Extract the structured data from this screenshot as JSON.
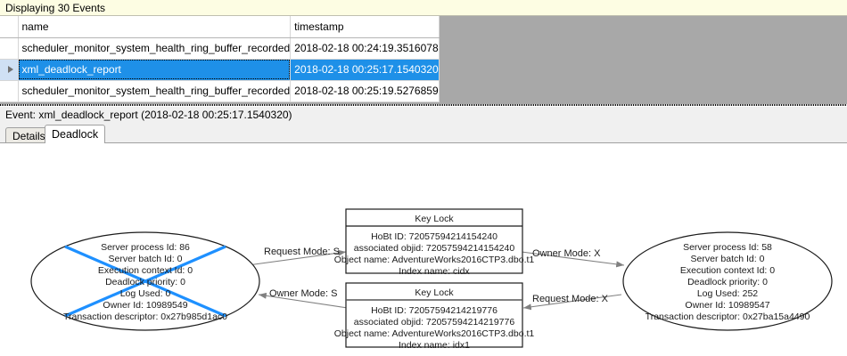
{
  "banner": {
    "text": "Displaying 30 Events"
  },
  "grid": {
    "columns": [
      "",
      "name",
      "timestamp"
    ],
    "rows": [
      {
        "selector": "",
        "name": "scheduler_monitor_system_health_ring_buffer_recorded",
        "timestamp": "2018-02-18 00:24:19.3516078",
        "selected": false
      },
      {
        "selector": "▶",
        "name": "xml_deadlock_report",
        "timestamp": "2018-02-18 00:25:17.1540320",
        "selected": true
      },
      {
        "selector": "",
        "name": "scheduler_monitor_system_health_ring_buffer_recorded",
        "timestamp": "2018-02-18 00:25:19.5276859",
        "selected": false
      }
    ],
    "selection_color": "#1e90e8",
    "header_color": "#ffffff",
    "empty_area_color": "#a8a8a8"
  },
  "event_header": {
    "text": "Event: xml_deadlock_report (2018-02-18 00:25:17.1540320)"
  },
  "tabs": [
    {
      "id": "details",
      "label": "Details",
      "active": false
    },
    {
      "id": "deadlock",
      "label": "Deadlock",
      "active": true
    }
  ],
  "deadlock_graph": {
    "victim_marker_color": "#1e90ff",
    "process_left": {
      "role": "victim",
      "lines": [
        "Server process Id: 86",
        "Server batch Id: 0",
        "Execution context Id: 0",
        "Deadlock priority: 0",
        "Log Used: 0",
        "Owner Id: 10989549",
        "Transaction descriptor: 0x27b985d1ac0"
      ]
    },
    "process_right": {
      "role": "survivor",
      "lines": [
        "Server process Id: 58",
        "Server batch Id: 0",
        "Execution context Id: 0",
        "Deadlock priority: 0",
        "Log Used: 252",
        "Owner Id: 10989547",
        "Transaction descriptor: 0x27ba15a4490"
      ]
    },
    "resource_top": {
      "title": "Key Lock",
      "lines": [
        "HoBt ID: 72057594214154240",
        "associated objid: 72057594214154240",
        "Object name: AdventureWorks2016CTP3.dbo.t1",
        "Index name: cidx"
      ]
    },
    "resource_bottom": {
      "title": "Key Lock",
      "lines": [
        "HoBt ID: 72057594214219776",
        "associated objid: 72057594214219776",
        "Object name: AdventureWorks2016CTP3.dbo.t1",
        "Index name: idx1"
      ]
    },
    "edges": [
      {
        "id": "left-request-top",
        "label": "Request Mode: S"
      },
      {
        "id": "left-owner-bottom",
        "label": "Owner Mode: S"
      },
      {
        "id": "right-owner-top",
        "label": "Owner Mode: X"
      },
      {
        "id": "right-request-bottom",
        "label": "Request Mode: X"
      }
    ]
  }
}
